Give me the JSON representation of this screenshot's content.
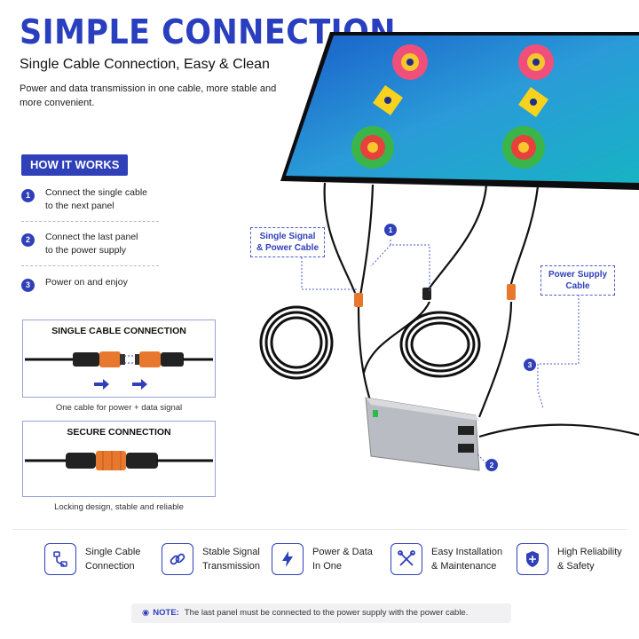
{
  "header": {
    "title": "SIMPLE CONNECTION",
    "subtitle": "Single Cable Connection, Easy & Clean",
    "description": "Power and data transmission in one cable, more stable and more convenient."
  },
  "how_it_works": {
    "label": "HOW IT WORKS",
    "steps": [
      {
        "num": "1",
        "line1": "Connect the single cable",
        "line2": "to the next panel"
      },
      {
        "num": "2",
        "line1": "Connect the last panel",
        "line2": "to the power supply"
      },
      {
        "num": "3",
        "line1": "Power on and enjoy",
        "line2": ""
      }
    ]
  },
  "single_cable_box": {
    "title": "SINGLE CABLE CONNECTION",
    "caption": "One cable for power + data signal"
  },
  "secure_box": {
    "title": "SECURE CONNECTION",
    "caption": "Locking design, stable and reliable"
  },
  "callouts": {
    "signal_cable": {
      "line1": "Single Signal",
      "line2": "& Power Cable"
    },
    "power_cable": {
      "line1": "Power Supply",
      "line2": "Cable"
    },
    "badges": [
      "1",
      "2",
      "3"
    ]
  },
  "features": [
    {
      "icon": "cable-icon",
      "line1": "Single Cable",
      "line2": "Connection"
    },
    {
      "icon": "link-icon",
      "line1": "Stable Signal",
      "line2": "Transmission"
    },
    {
      "icon": "lightning-icon",
      "line1": "Power & Data",
      "line2": "In One"
    },
    {
      "icon": "tools-icon",
      "line1": "Easy Installation",
      "line2": "& Maintenance"
    },
    {
      "icon": "shield-icon",
      "line1": "High Reliability",
      "line2": "& Safety"
    }
  ],
  "note": {
    "label": "NOTE:",
    "text": "The last panel must be connected to the power supply with the power cable."
  },
  "colors": {
    "brand_blue": "#2f40b8",
    "title_blue": "#2a3fbf",
    "connector_orange": "#e8782e"
  }
}
